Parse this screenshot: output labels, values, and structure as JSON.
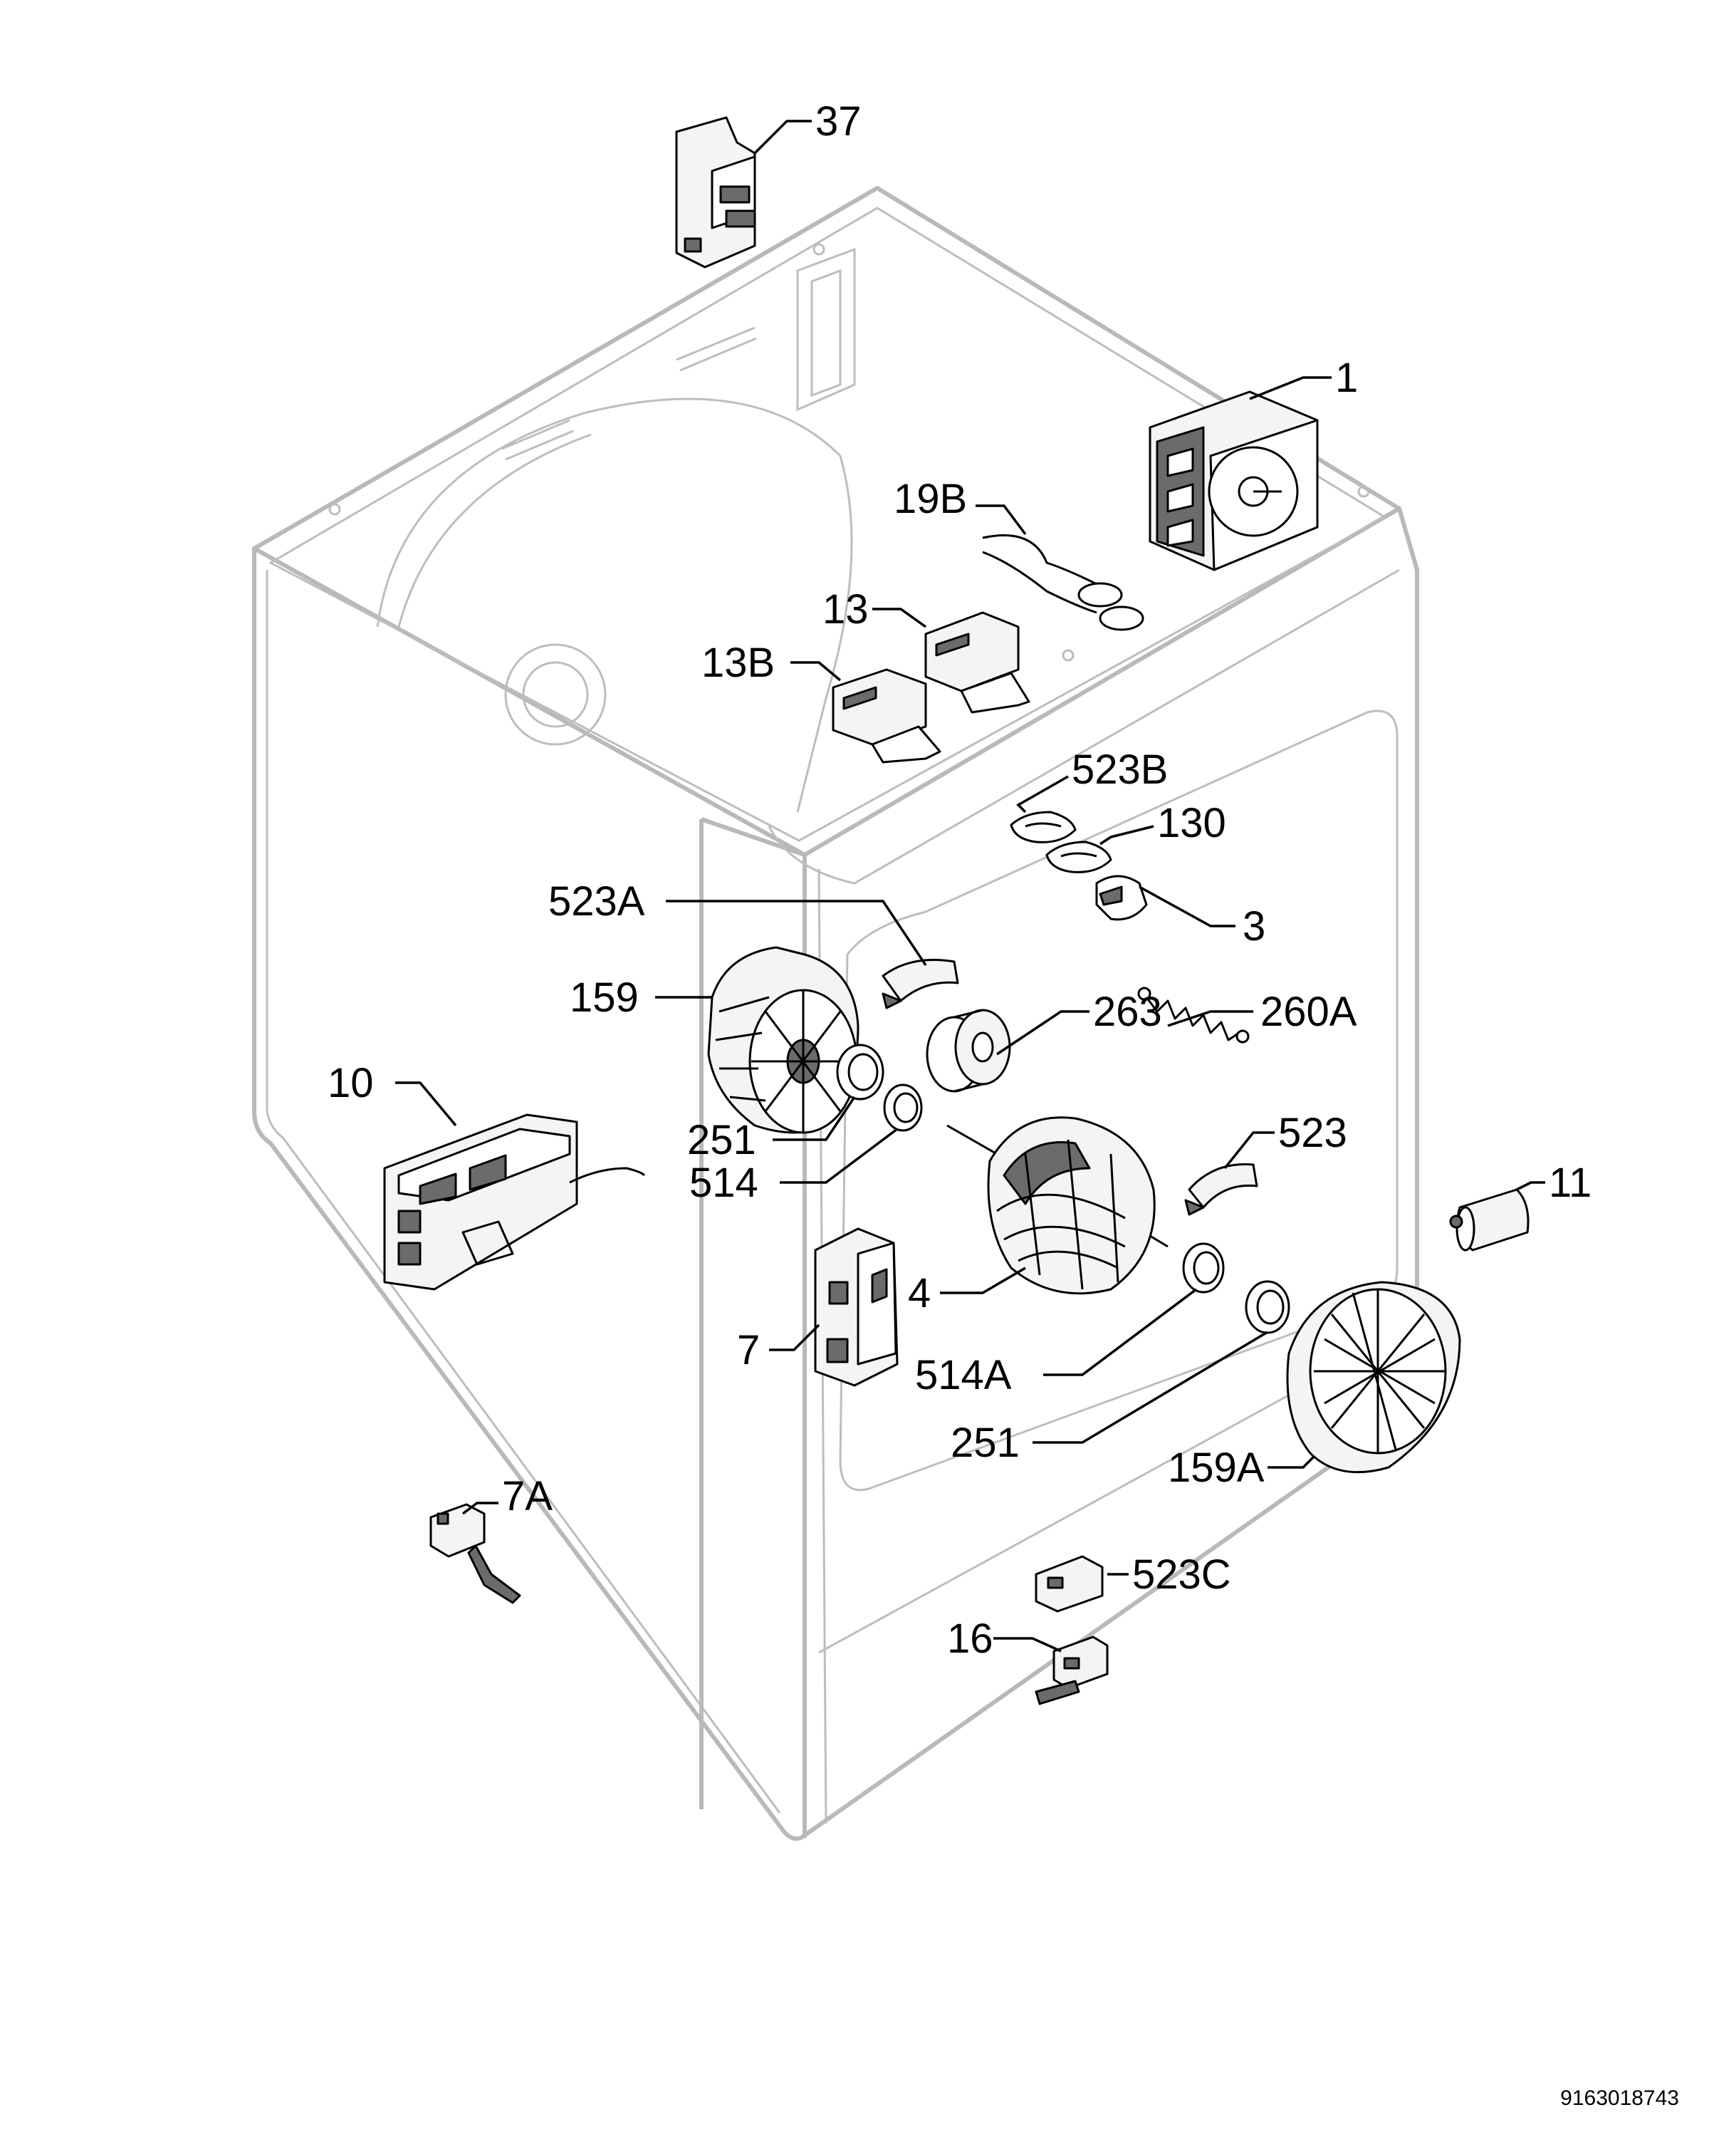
{
  "labels": {
    "l37": "37",
    "l1": "1",
    "l19B": "19B",
    "l13": "13",
    "l13B": "13B",
    "l523B": "523B",
    "l130": "130",
    "l3": "3",
    "l523A": "523A",
    "l159": "159",
    "l263": "263",
    "l260A": "260A",
    "l10": "10",
    "l251a": "251",
    "l514": "514",
    "l523": "523",
    "l11": "11",
    "l4": "4",
    "l7": "7",
    "l514A": "514A",
    "l251b": "251",
    "l159A": "159A",
    "l7A": "7A",
    "l523C": "523C",
    "l16": "16"
  },
  "document_number": "9163018743"
}
